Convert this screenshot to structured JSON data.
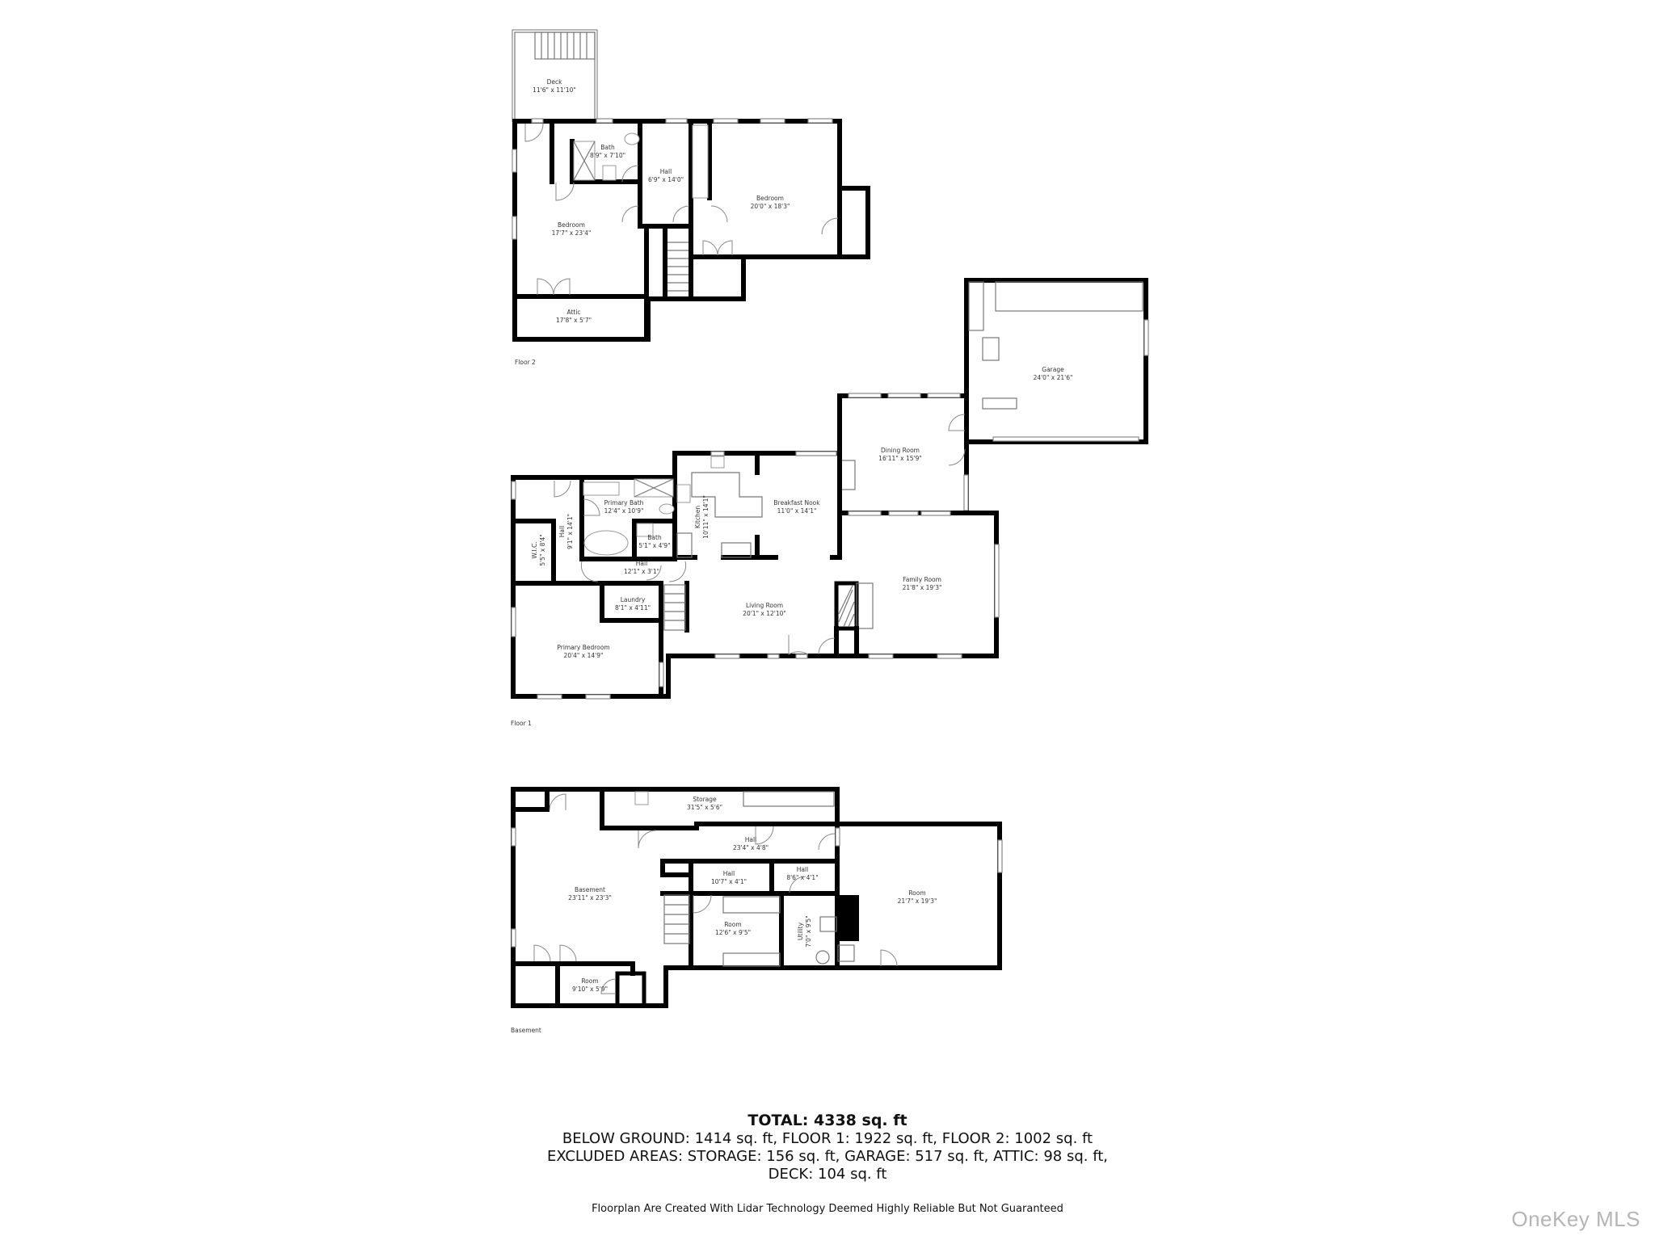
{
  "floors": {
    "floor2": {
      "label": "Floor 2",
      "rooms": {
        "deck": {
          "name": "Deck",
          "dims": "11'6\" x 11'10\""
        },
        "bath": {
          "name": "Bath",
          "dims": "8'9\" x 7'10\""
        },
        "hall": {
          "name": "Hall",
          "dims": "6'9\" x 14'0\""
        },
        "bedroom_large": {
          "name": "Bedroom",
          "dims": "20'0\" x 18'3\""
        },
        "bedroom_left": {
          "name": "Bedroom",
          "dims": "17'7\" x 23'4\""
        },
        "attic": {
          "name": "Attic",
          "dims": "17'8\" x 5'7\""
        }
      }
    },
    "floor1": {
      "label": "Floor 1",
      "rooms": {
        "garage": {
          "name": "Garage",
          "dims": "24'0\" x 21'6\""
        },
        "dining_room": {
          "name": "Dining Room",
          "dims": "16'11\" x 15'9\""
        },
        "breakfast_nook": {
          "name": "Breakfast Nook",
          "dims": "11'0\" x 14'1\""
        },
        "kitchen": {
          "name": "Kitchen",
          "dims": "10'11\" x 14'1\""
        },
        "primary_bath": {
          "name": "Primary Bath",
          "dims": "12'4\" x 10'9\""
        },
        "bath": {
          "name": "Bath",
          "dims": "5'1\" x 4'9\""
        },
        "hall_vertical": {
          "name": "Hall",
          "dims": "9'1\" x 14'1\""
        },
        "wic": {
          "name": "W.I.C.",
          "dims": "5'5\" x 8'4\""
        },
        "hall_horizontal": {
          "name": "Hall",
          "dims": "12'1\" x 3'1\""
        },
        "laundry": {
          "name": "Laundry",
          "dims": "8'1\" x 4'11\""
        },
        "living_room": {
          "name": "Living Room",
          "dims": "20'1\" x 12'10\""
        },
        "family_room": {
          "name": "Family Room",
          "dims": "21'8\" x 19'3\""
        },
        "primary_bedroom": {
          "name": "Primary Bedroom",
          "dims": "20'4\" x 14'9\""
        }
      }
    },
    "basement": {
      "label": "Basement",
      "rooms": {
        "storage": {
          "name": "Storage",
          "dims": "31'5\" x 5'6\""
        },
        "hall_upper": {
          "name": "Hall",
          "dims": "23'4\" x 4'8\""
        },
        "hall_mid": {
          "name": "Hall",
          "dims": "10'7\" x 4'1\""
        },
        "hall_small": {
          "name": "Hall",
          "dims": "8'6\" x 4'1\""
        },
        "basement": {
          "name": "Basement",
          "dims": "23'11\" x 23'3\""
        },
        "room_mid": {
          "name": "Room",
          "dims": "12'6\" x 9'5\""
        },
        "utility": {
          "name": "Utility",
          "dims": "7'0\" x 9'5\""
        },
        "room_large": {
          "name": "Room",
          "dims": "21'7\" x 19'3\""
        },
        "room_small": {
          "name": "Room",
          "dims": "9'10\" x 5'9\""
        }
      }
    }
  },
  "summary": {
    "total": "TOTAL: 4338 sq. ft",
    "line1": "BELOW GROUND: 1414 sq. ft, FLOOR 1: 1922 sq. ft, FLOOR 2: 1002 sq. ft",
    "line2": "EXCLUDED AREAS: STORAGE: 156 sq. ft, GARAGE: 517 sq. ft, ATTIC: 98 sq. ft,",
    "line3": "DECK: 104 sq. ft",
    "disclaimer": "Floorplan Are Created With Lidar Technology Deemed Highly Reliable But Not Guaranteed"
  },
  "watermark": "OneKey MLS"
}
